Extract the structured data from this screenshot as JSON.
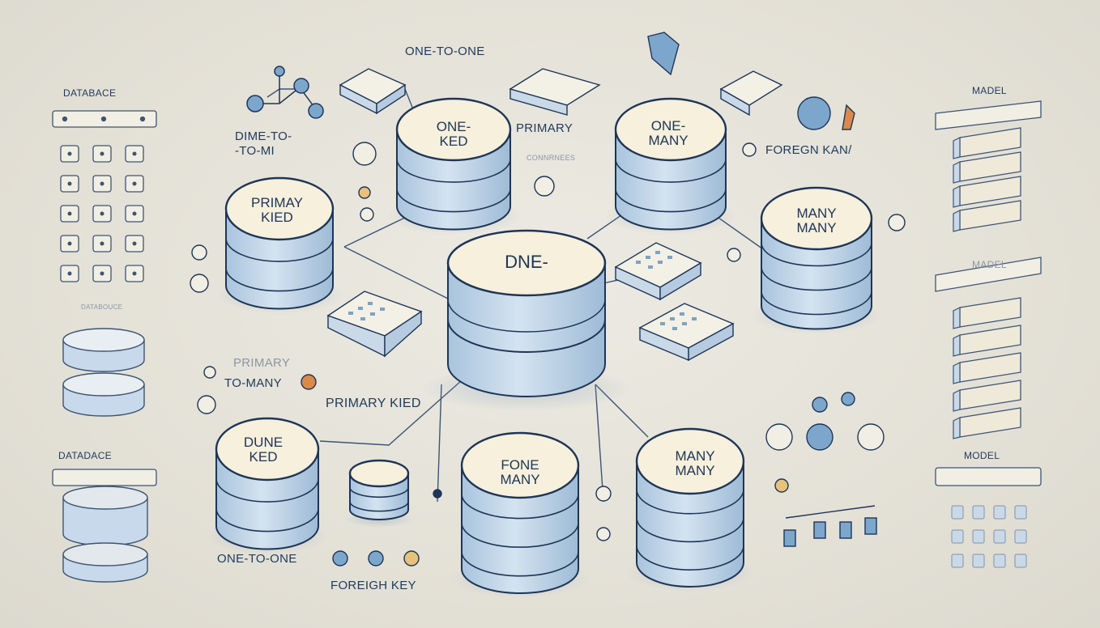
{
  "nodes": {
    "center": {
      "label": "DNE-"
    },
    "one_ked": {
      "label": "ONE-\nKED"
    },
    "one_many_top": {
      "label": "ONE-\nMANY"
    },
    "primary_kied": {
      "label": "PRIMAY\nKIED"
    },
    "many_many_right": {
      "label": "MANY\nMANY"
    },
    "dune_ked": {
      "label": "DUNE\nKED"
    },
    "fone_many": {
      "label": "FONE\nMANY"
    },
    "many_many_bottom": {
      "label": "MANY\nMANY"
    }
  },
  "labels": {
    "one_to_one_top": "ONE-TO-ONE",
    "primary_mid": "PRIMARY",
    "conn_small": "CONNRNEES",
    "foreign_kany": "FOREGN KAN/",
    "dime_to_one": "DIME-TO-\n-TO-MI",
    "primary_faint": "PRIMARY",
    "to_many": "TO-MANY",
    "primary_kied_bottom": "PRIMARY KIED",
    "one_to_one_bottom": "ONE-TO-ONE",
    "foreign_key": "FOREIGH KEY",
    "database_top": "DATABACE",
    "database_mid": "DATABOUCE",
    "database_bottom": "DATADACE",
    "model_top": "MADEL",
    "model_mid": "MADEL",
    "model_bottom": "MODEL"
  },
  "colors": {
    "cylinder_top": "#f6f0dc",
    "cylinder_body": "#c7d9ea",
    "cylinder_band": "#a9c4dd",
    "outline": "#1e3557",
    "accent_orange": "#d98a4a",
    "accent_blue": "#7da6cc"
  }
}
